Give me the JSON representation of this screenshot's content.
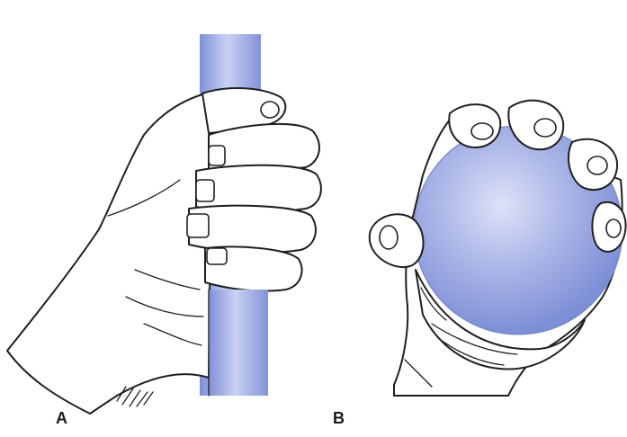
{
  "figure": {
    "panels": [
      {
        "id": "A",
        "label": "A",
        "object": "cylindrical-rod",
        "grip": "power-grip-cylinder"
      },
      {
        "id": "B",
        "label": "B",
        "object": "sphere",
        "grip": "spherical-grip"
      }
    ]
  },
  "colors": {
    "object_fill": "#8f9ee0",
    "object_highlight": "#d6dcf7",
    "line_ink": "#1f1f1f",
    "background": "#ffffff"
  }
}
